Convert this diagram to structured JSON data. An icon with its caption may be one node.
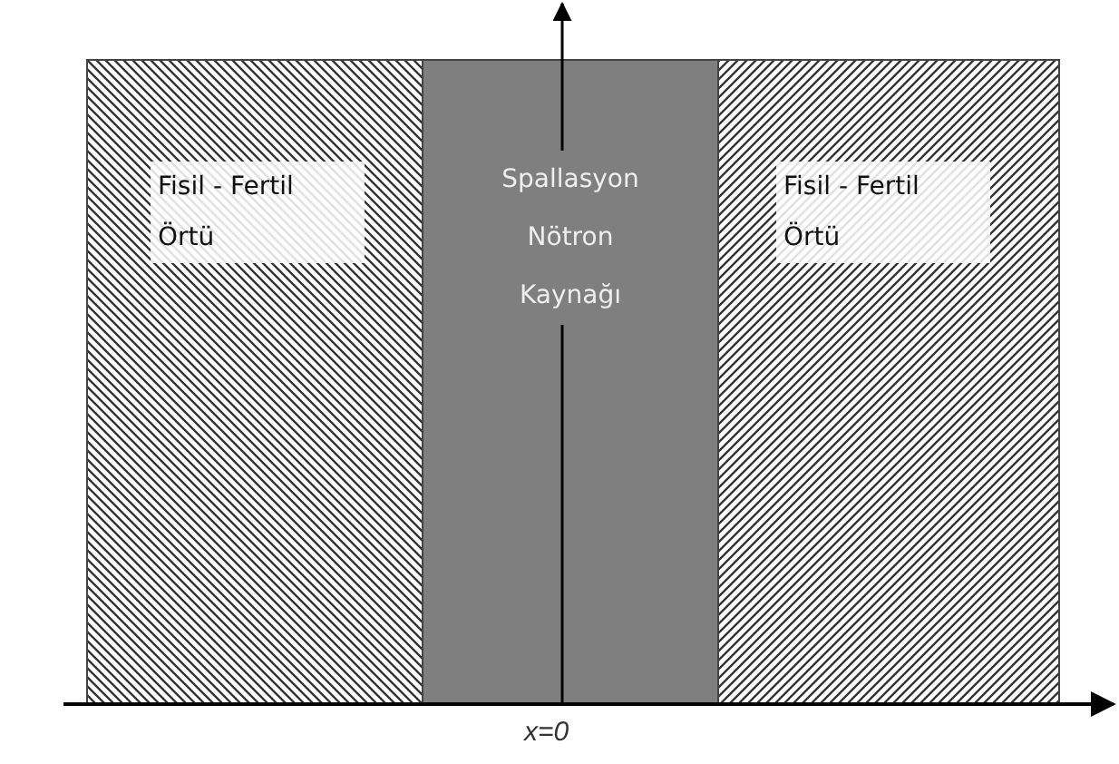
{
  "diagram": {
    "nodes": [
      {
        "text": [
          "Fisil - Fertil Örtü"
        ]
      },
      {
        "text": [
          "Spallasyon Nötron Kaynağı"
        ]
      },
      {
        "text": [
          "Fisil - Fertil Örtü"
        ]
      }
    ],
    "labels": [
      "x=0"
    ]
  }
}
